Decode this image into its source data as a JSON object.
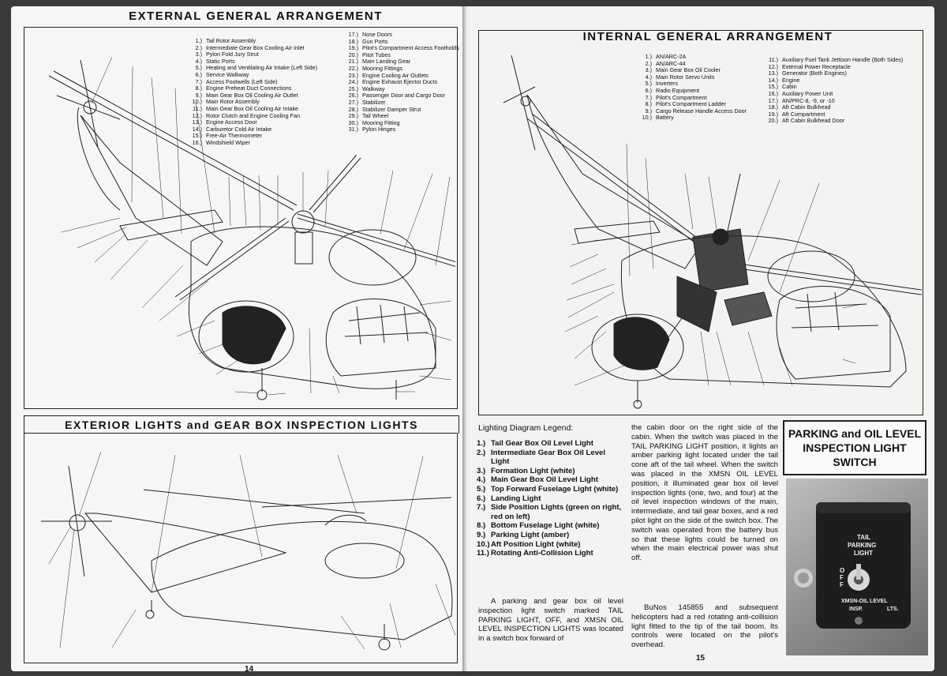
{
  "left_page": {
    "ext_title": "EXTERNAL GENERAL ARRANGEMENT",
    "ext_legend_a": [
      {
        "n": "1.)",
        "t": "Tail Rotor Assembly"
      },
      {
        "n": "2.)",
        "t": "Intermediate Gear Box Cooling Air Inlet"
      },
      {
        "n": "3.)",
        "t": "Pylon Fold Jury Strut"
      },
      {
        "n": "4.)",
        "t": "Static Ports"
      },
      {
        "n": "5.)",
        "t": "Heating and Ventilating Air Intake (Left Side)"
      },
      {
        "n": "6.)",
        "t": "Service Walkway"
      },
      {
        "n": "7.)",
        "t": "Access Footwells (Left Side)"
      },
      {
        "n": "8.)",
        "t": "Engine Preheat Duct Connections"
      },
      {
        "n": "9.)",
        "t": "Main Gear Box Oil Cooling Air Outlet"
      },
      {
        "n": "10.)",
        "t": "Main Rotor Assembly"
      },
      {
        "n": "11.)",
        "t": "Main Gear Box Oil Cooling Air Intake"
      },
      {
        "n": "12.)",
        "t": "Rotor Clutch and Engine Cooling Fan"
      },
      {
        "n": "13.)",
        "t": "Engine Access Door"
      },
      {
        "n": "14.)",
        "t": "Carburetor Cold Air Intake"
      },
      {
        "n": "15.)",
        "t": "Free-Air Thermometer"
      },
      {
        "n": "16.)",
        "t": "Windshield Wiper"
      }
    ],
    "ext_legend_b": [
      {
        "n": "17.)",
        "t": "Nose Doors"
      },
      {
        "n": "18.)",
        "t": "Gun Ports"
      },
      {
        "n": "19.)",
        "t": "Pilot's Compartment Access Footholds"
      },
      {
        "n": "20.)",
        "t": "Pitot Tubes"
      },
      {
        "n": "21.)",
        "t": "Main Landing Gear"
      },
      {
        "n": "22.)",
        "t": "Mooring Fittings"
      },
      {
        "n": "23.)",
        "t": "Engine Cooling Air Outlets"
      },
      {
        "n": "24.)",
        "t": "Engine Exhaust Ejector Ducts"
      },
      {
        "n": "25.)",
        "t": "Walkway"
      },
      {
        "n": "26.)",
        "t": "Passenger Door and Cargo Door"
      },
      {
        "n": "27.)",
        "t": "Stabilizer"
      },
      {
        "n": "28.)",
        "t": "Stabilizer Damper Strut"
      },
      {
        "n": "29.)",
        "t": "Tail Wheel"
      },
      {
        "n": "30.)",
        "t": "Mooring Fitting"
      },
      {
        "n": "31.)",
        "t": "Pylon Hinges"
      }
    ],
    "lights_title": "EXTERIOR LIGHTS and GEAR BOX INSPECTION LIGHTS",
    "page_number": "14"
  },
  "right_page": {
    "int_title": "INTERNAL GENERAL ARRANGEMENT",
    "int_legend_a": [
      {
        "n": "1.)",
        "t": "AN/ARC-2A"
      },
      {
        "n": "2.)",
        "t": "AN/ARC-44"
      },
      {
        "n": "3.)",
        "t": "Main Gear Box Oil Cooler"
      },
      {
        "n": "4.)",
        "t": "Main Rotor Servo Units"
      },
      {
        "n": "5.)",
        "t": "Inverters"
      },
      {
        "n": "6.)",
        "t": "Radio Equipment"
      },
      {
        "n": "7.)",
        "t": "Pilot's Compartment"
      },
      {
        "n": "8.)",
        "t": "Pilot's Compartment Ladder"
      },
      {
        "n": "9.)",
        "t": "Cargo Release Handle Access Door"
      },
      {
        "n": "10.)",
        "t": "Battery"
      }
    ],
    "int_legend_b": [
      {
        "n": "11.)",
        "t": "Auxiliary Fuel Tank Jettison Handle (Both Sides)"
      },
      {
        "n": "12.)",
        "t": "External Power Receptacle"
      },
      {
        "n": "13.)",
        "t": "Generator (Both Engines)"
      },
      {
        "n": "14.)",
        "t": "Engine"
      },
      {
        "n": "15.)",
        "t": "Cabin"
      },
      {
        "n": "16.)",
        "t": "Auxiliary Power Unit"
      },
      {
        "n": "17.)",
        "t": "AN/PRC-8, -9, or -10"
      },
      {
        "n": "18.)",
        "t": "Aft Cabin Bulkhead"
      },
      {
        "n": "19.)",
        "t": "Aft Compartment"
      },
      {
        "n": "20.)",
        "t": "Aft Cabin Bulkhead Door"
      }
    ],
    "lighting_legend_heading": "Lighting Diagram Legend:",
    "lighting_items": [
      {
        "n": "1.)",
        "t": "Tail Gear Box Oil Level Light"
      },
      {
        "n": "2.)",
        "t": "Intermediate Gear Box Oil Level Light"
      },
      {
        "n": "3.)",
        "t": "Formation Light (white)"
      },
      {
        "n": "4.)",
        "t": "Main Gear Box Oil Level Light"
      },
      {
        "n": "5.)",
        "t": "Top Forward Fuselage Light (white)"
      },
      {
        "n": "6.)",
        "t": "Landing Light"
      },
      {
        "n": "7.)",
        "t": "Side Position Lights (green on right, red on left)"
      },
      {
        "n": "8.)",
        "t": "Bottom Fuselage Light (white)"
      },
      {
        "n": "9.)",
        "t": "Parking Light (amber)"
      },
      {
        "n": "10.)",
        "t": "Aft Position Light (white)"
      },
      {
        "n": "11.)",
        "t": "Rotating Anti-Collision Light"
      }
    ],
    "para1": "A parking and gear box oil level inspection light switch marked TAIL PARKING LIGHT, OFF, and XMSN OIL LEVEL INSPECTION LIGHTS was located in a switch box forward of",
    "para2": "the cabin door on the right side of the cabin. When the switch was placed in the TAIL PARKING LIGHT position, it lights an amber parking light located under the tail cone aft of the tail wheel. When the switch was placed in the XMSN OIL LEVEL position, it illuminated gear box oil level inspection lights (one, two, and four) at the oil level inspection windows of the main, intermediate, and tail gear boxes, and a red pilot light on the side of the switch box. The switch was operated from the battery bus so that these lights could be turned on when the main electrical power was shut off.",
    "para3": "BuNos 145855 and subsequent helicopters had a red rotating anti-collision light fitted to the tip of the tail boom. Its controls were located on the pilot's overhead.",
    "box_title": "PARKING and OIL LEVEL INSPECTION LIGHT SWITCH",
    "photo_labels": {
      "tail": "TAIL",
      "parking": "PARKING",
      "light": "LIGHT",
      "off": "O F F",
      "xmsn": "XMSN-OIL LEVEL",
      "insp": "INSP.",
      "lts": "LTS."
    },
    "page_number": "15"
  }
}
